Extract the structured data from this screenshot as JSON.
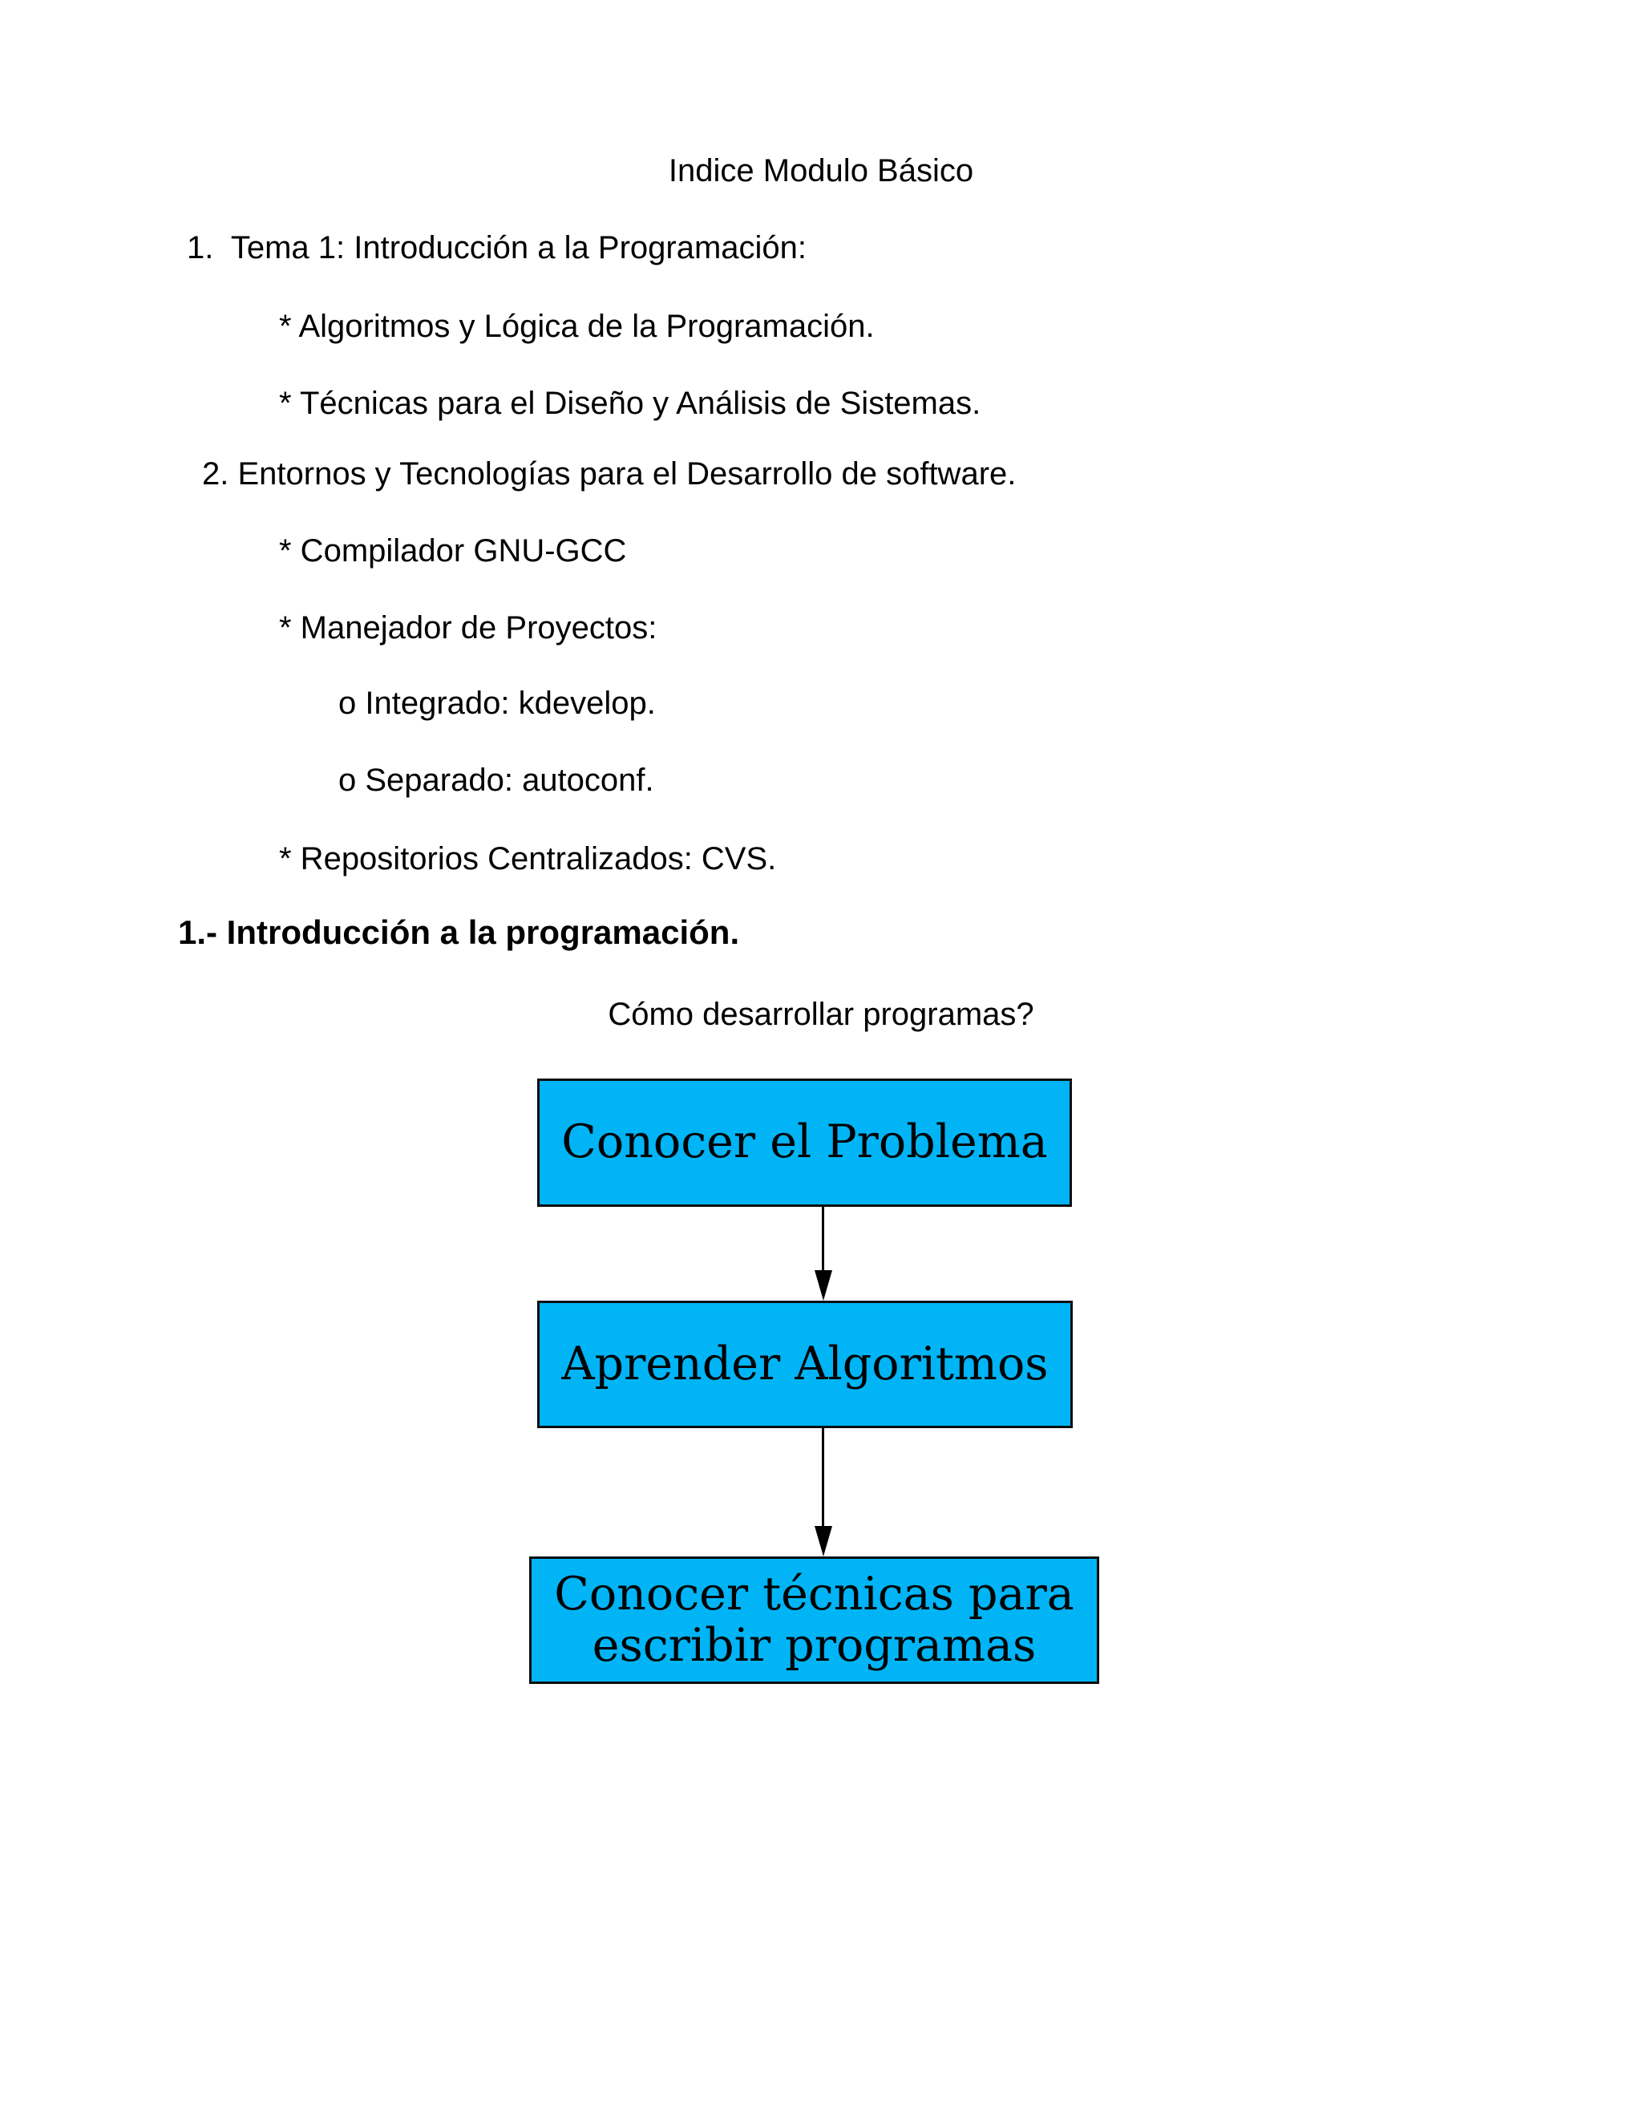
{
  "document": {
    "title": "Indice Modulo Básico",
    "outline": [
      {
        "text": "1.  Tema 1: Introducción a la Programación:"
      },
      {
        "text": "* Algoritmos y Lógica de la Programación."
      },
      {
        "text": "* Técnicas para el Diseño y Análisis de Sistemas."
      },
      {
        "text": "2. Entornos y Tecnologías para el Desarrollo de software."
      },
      {
        "text": "* Compilador GNU-GCC"
      },
      {
        "text": "* Manejador de Proyectos:"
      },
      {
        "text": "o Integrado: kdevelop."
      },
      {
        "text": "o Separado: autoconf."
      },
      {
        "text": "* Repositorios Centralizados: CVS."
      }
    ],
    "section_heading": "1.- Introducción a la programación.",
    "question": "Cómo desarrollar programas?",
    "flowchart": {
      "box_fill_color": "#00b4f6",
      "box_border_color": "#0d0d0d",
      "arrow_color": "#000000",
      "boxes": [
        {
          "label": "Conocer el Problema"
        },
        {
          "label": "Aprender Algoritmos"
        },
        {
          "label": "Conocer técnicas para escribir programas"
        }
      ]
    }
  }
}
